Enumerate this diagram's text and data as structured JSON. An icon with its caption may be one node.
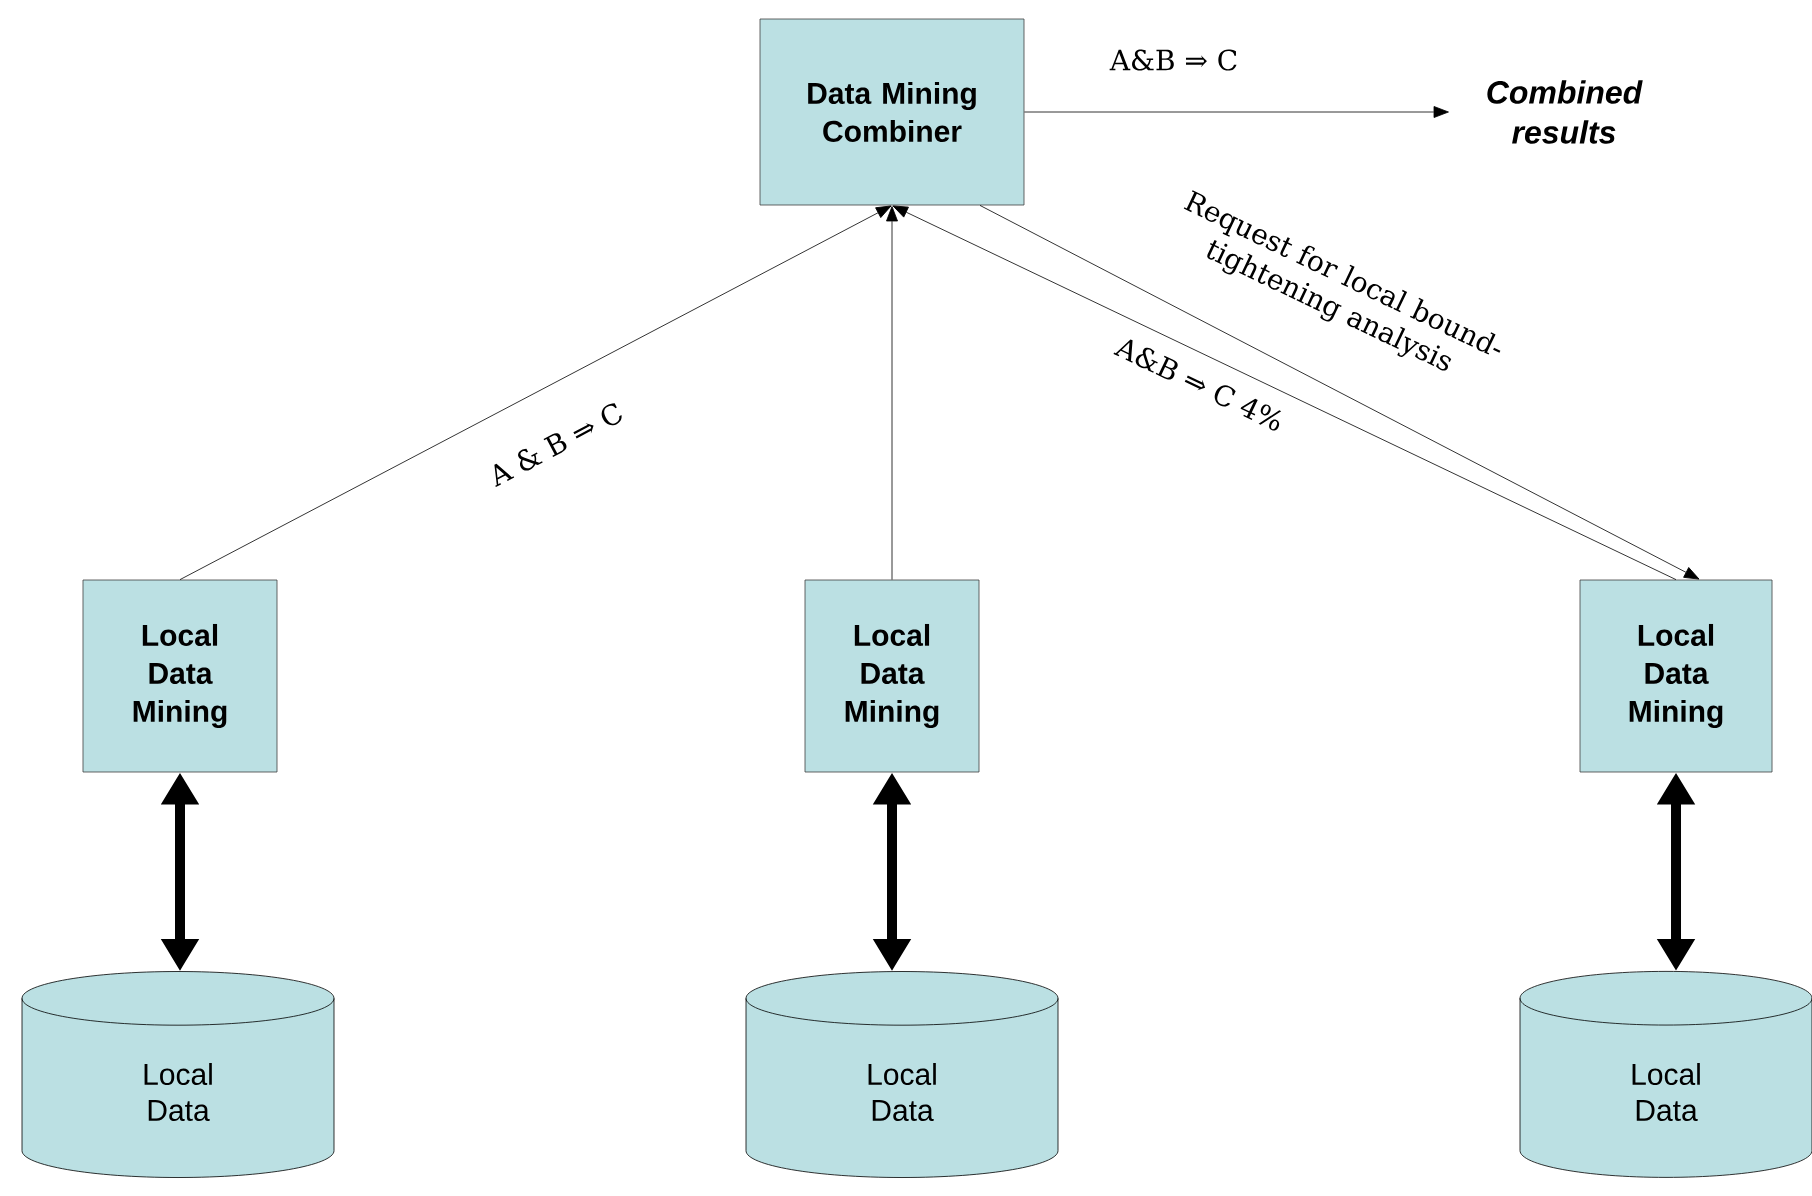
{
  "diagram": {
    "nodes": [
      {
        "text": [
          "Data Mining Combiner"
        ]
      },
      {
        "text": [
          "Combined results"
        ]
      },
      {
        "text": [
          "Local Data Mining"
        ]
      },
      {
        "text": [
          "Local Data Mining"
        ]
      },
      {
        "text": [
          "Local Data Mining"
        ]
      },
      {
        "text": [
          "Local Data"
        ]
      },
      {
        "text": [
          "Local Data"
        ]
      },
      {
        "text": [
          "Local Data"
        ]
      }
    ],
    "edges": [
      {
        "from": 0,
        "to": 1,
        "arrow": "to",
        "label": "A&B ⇒ C"
      },
      {
        "from": 2,
        "to": 0,
        "arrow": "to",
        "label": "A & B ⇒ C"
      },
      {
        "from": 3,
        "to": 0,
        "arrow": "to"
      },
      {
        "from": 4,
        "to": 0,
        "arrow": "to",
        "label": "A&B ⇒ C 4%"
      },
      {
        "from": 0,
        "to": 4,
        "arrow": "to",
        "label": "Request for local bound-tightening analysis"
      },
      {
        "from": 2,
        "to": 5,
        "arrow": "both",
        "style": "thick"
      },
      {
        "from": 3,
        "to": 6,
        "arrow": "both",
        "style": "thick"
      },
      {
        "from": 4,
        "to": 7,
        "arrow": "both",
        "style": "thick"
      }
    ]
  }
}
